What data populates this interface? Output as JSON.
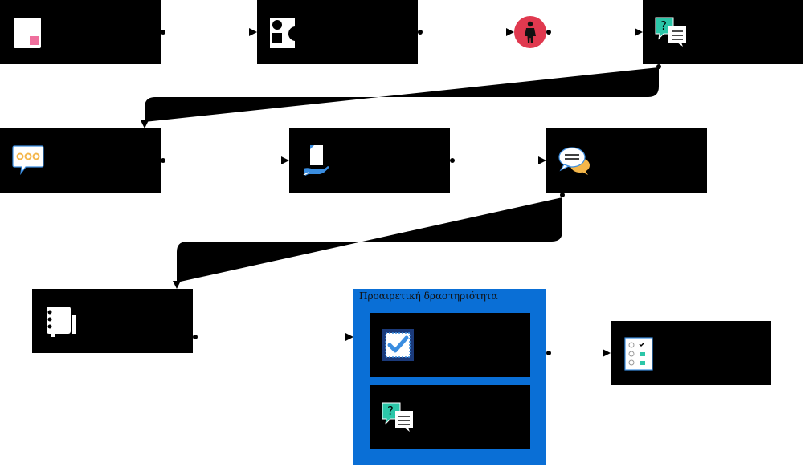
{
  "diagram": {
    "optional_group": {
      "label": "Προαιρετική δραστηριότητα"
    },
    "nodes": [
      {
        "id": "n1",
        "icon": "document-pink-icon"
      },
      {
        "id": "n2",
        "icon": "shapes-icon"
      },
      {
        "id": "n3",
        "icon": "person-circle-icon"
      },
      {
        "id": "n4",
        "icon": "question-chat-icon"
      },
      {
        "id": "n5",
        "icon": "speech-bubble-dots-icon"
      },
      {
        "id": "n6",
        "icon": "hand-document-icon"
      },
      {
        "id": "n7",
        "icon": "discussion-bubbles-icon"
      },
      {
        "id": "n8",
        "icon": "notebook-icon"
      },
      {
        "id": "n9",
        "icon": "checkbox-stamp-icon"
      },
      {
        "id": "n10",
        "icon": "question-chat-icon"
      },
      {
        "id": "n11",
        "icon": "checklist-icon"
      }
    ],
    "colors": {
      "node_fill": "#000000",
      "group_fill": "#0a6fd6",
      "person_circle": "#e0394f",
      "accent_teal": "#2bc6a8",
      "accent_pink": "#ef6f9d",
      "accent_blue": "#3a8de0",
      "accent_orange": "#f4b64a"
    }
  }
}
